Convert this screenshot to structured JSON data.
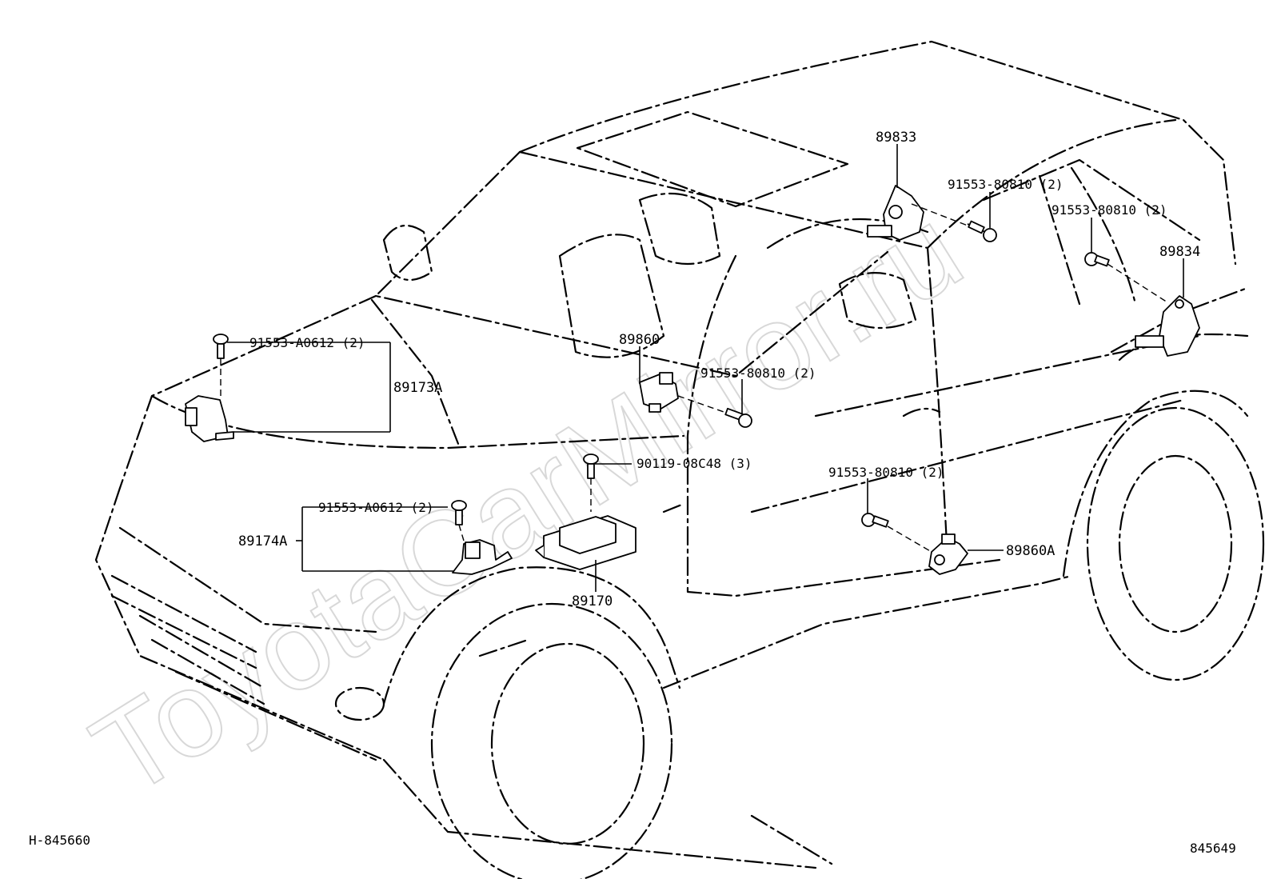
{
  "watermark": "ToyotaCarMirror.ru",
  "labels": {
    "p89833": "89833",
    "b_89833": "91553-80810 (2)",
    "b_89834": "91553-80810 (2)",
    "p89834": "89834",
    "p89860": "89860",
    "b_89860": "91553-80810 (2)",
    "b_89173A": "91553-A0612 (2)",
    "p89173A": "89173A",
    "b_89170": "90119-08C48 (3)",
    "b_89174A": "91553-A0612 (2)",
    "p89174A": "89174A",
    "b_89860A": "91553-80810 (2)",
    "p89860A": "89860A",
    "p89170": "89170"
  },
  "footer": {
    "left_code": "H-845660",
    "right_code": "845649"
  }
}
